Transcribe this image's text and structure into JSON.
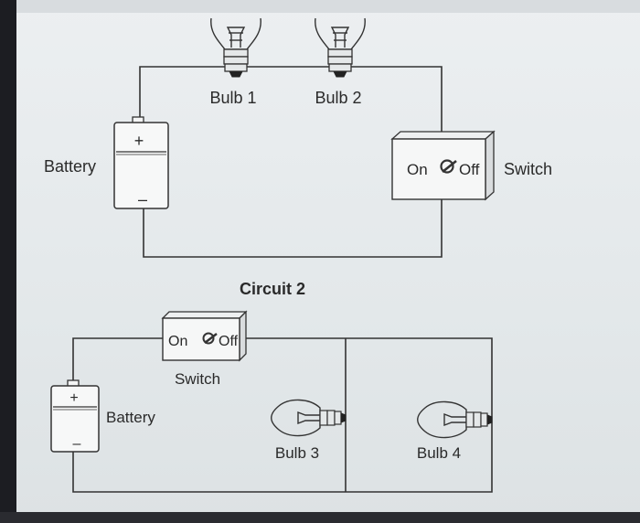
{
  "labels": {
    "bulb1": "Bulb 1",
    "bulb2": "Bulb 2",
    "battery_top": "Battery",
    "switch_top": "Switch",
    "circuit2_title": "Circuit 2",
    "switch_bottom": "Switch",
    "battery_bottom": "Battery",
    "bulb3": "Bulb 3",
    "bulb4": "Bulb 4"
  },
  "switch_text": {
    "on": "On",
    "off": "Off"
  },
  "battery_marks": {
    "plus": "+",
    "minus": "–"
  }
}
